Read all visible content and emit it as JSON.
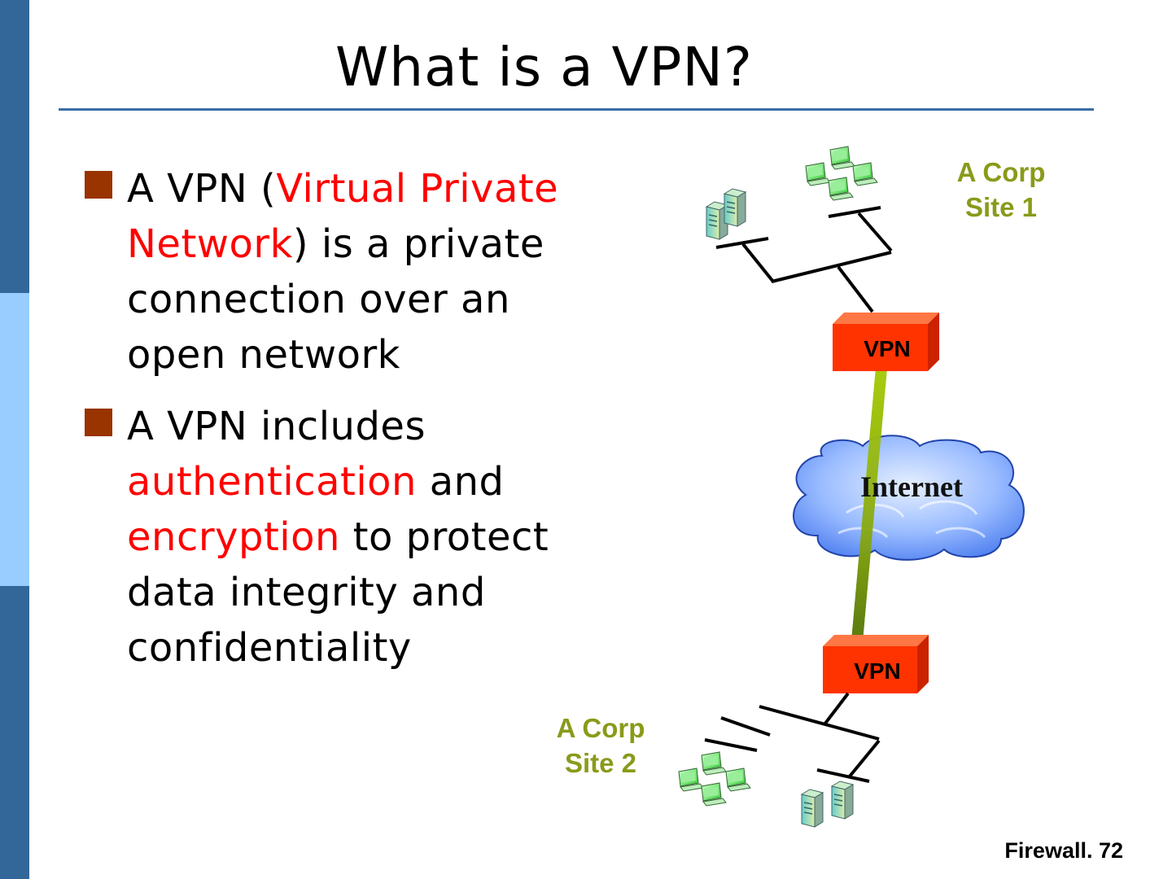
{
  "slide": {
    "title": "What is a VPN?",
    "footer": "Firewall. 72"
  },
  "bullets": [
    {
      "parts": [
        {
          "text": "A VPN (",
          "highlight": false
        },
        {
          "text": "Virtual Private Network",
          "highlight": true
        },
        {
          "text": ") is a private connection over an open network",
          "highlight": false
        }
      ]
    },
    {
      "parts": [
        {
          "text": "A VPN includes ",
          "highlight": false
        },
        {
          "text": "authentication",
          "highlight": true
        },
        {
          "text": " and ",
          "highlight": false
        },
        {
          "text": "encryption",
          "highlight": true
        },
        {
          "text": " to protect data integrity and confidentiality",
          "highlight": false
        }
      ]
    }
  ],
  "diagram": {
    "site1": {
      "line1": "A Corp",
      "line2": "Site 1"
    },
    "site2": {
      "line1": "A Corp",
      "line2": "Site 2"
    },
    "vpn_top": "VPN",
    "vpn_bottom": "VPN",
    "cloud": "Internet"
  },
  "colors": {
    "sidebar_dark": "#336699",
    "sidebar_light": "#99ccff",
    "title_rule": "#3a6ea5",
    "bullet_marker": "#993300",
    "highlight_text": "#ff0000",
    "site_label": "#8a9a1a",
    "vpn_box": "#ff3300",
    "tunnel": "#99bb00",
    "cloud": "#6699ff"
  },
  "icons": [
    "bullet-square-icon",
    "server-icon",
    "workstation-icon",
    "cloud-icon",
    "vpn-gateway-icon"
  ]
}
